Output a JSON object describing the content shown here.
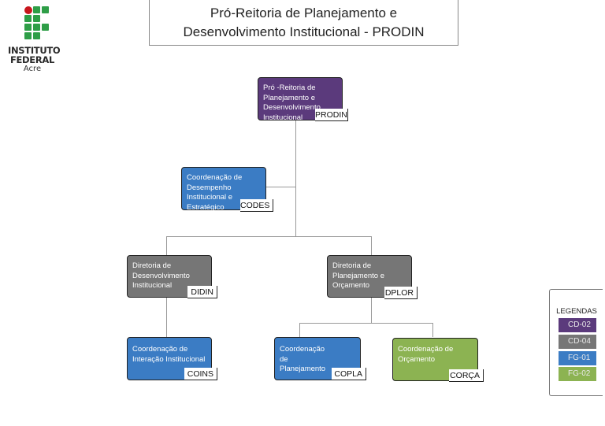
{
  "logo": {
    "line1": "INSTITUTO",
    "line2": "FEDERAL",
    "line3": "Acre"
  },
  "title": {
    "line1": "Pró-Reitoria de Planejamento e",
    "line2": "Desenvolvimento Institucional - PRODIN"
  },
  "nodes": {
    "prodin": {
      "label": "Pró -Reitoria de Planejamento e Desenvolvimento Institucional",
      "code": "PRODIN",
      "color": "#5b3a7c"
    },
    "codes": {
      "label": "Coordenação de Desempenho Institucional e Estratégico",
      "code": "CODES",
      "color": "#3b7cc4"
    },
    "didin": {
      "label": "Diretoria de Desenvolvimento Institucional",
      "code": "DIDIN",
      "color": "#767676"
    },
    "dplor": {
      "label": "Diretoria de Planejamento e Orçamento",
      "code": "DPLOR",
      "color": "#767676"
    },
    "coins": {
      "label": "Coordenação de Interação Institucional",
      "code": "COINS",
      "color": "#3b7cc4"
    },
    "copla": {
      "label": "Coordenação de Planejamento",
      "code": "COPLA",
      "color": "#3b7cc4"
    },
    "corca": {
      "label": "Coordenação de Orçamento",
      "code": "CORÇA",
      "color": "#8cb352"
    }
  },
  "legend": {
    "title": "LEGENDAS",
    "items": [
      {
        "label": "CD-02",
        "color": "#5b3a7c"
      },
      {
        "label": "CD-04",
        "color": "#767676"
      },
      {
        "label": "FG-01",
        "color": "#3b7cc4"
      },
      {
        "label": "FG-02",
        "color": "#8cb352"
      }
    ]
  }
}
